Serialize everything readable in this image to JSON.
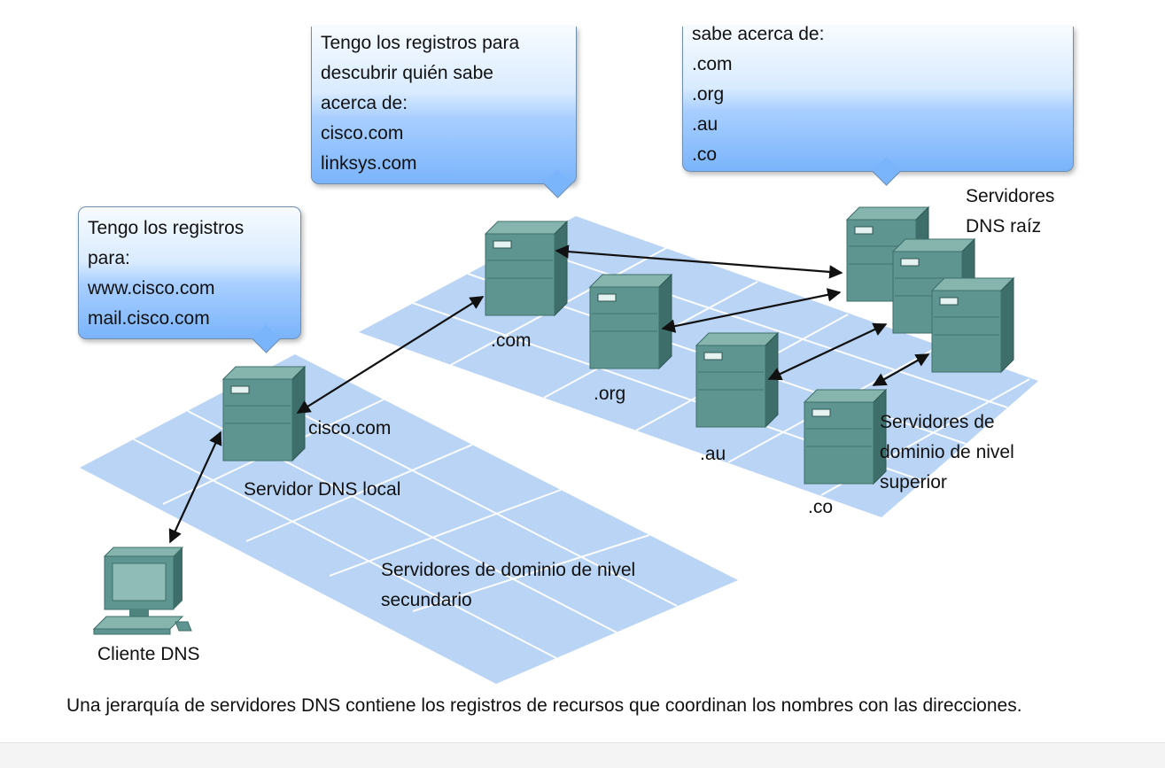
{
  "bubbles": {
    "local": {
      "lines": [
        "Tengo los registros",
        "para:",
        "www.cisco.com",
        "mail.cisco.com"
      ]
    },
    "tld": {
      "lines": [
        "Tengo los registros para",
        "descubrir quién sabe",
        "acerca de:",
        "cisco.com",
        "linksys.com"
      ]
    },
    "root": {
      "lines": [
        "sabe acerca de:",
        ".com",
        ".org",
        ".au",
        ".co"
      ]
    }
  },
  "labels": {
    "root_title": [
      "Servidores",
      "DNS raíz"
    ],
    "com": ".com",
    "org": ".org",
    "au": ".au",
    "co": ".co",
    "tld_title": [
      "Servidores de",
      "dominio de nivel",
      "superior"
    ],
    "cisco": "cisco.com",
    "local_server": "Servidor DNS local",
    "second_level": [
      "Servidores de dominio de nivel",
      "secundario"
    ],
    "client": "Cliente DNS"
  },
  "caption": "Una jerarquía de servidores DNS contiene los registros de recursos que coordinan los nombres con las direcciones.",
  "colors": {
    "plane_fill": "#b9d4f4",
    "plane_grid": "#ffffff",
    "server_front": "#5f9590",
    "server_side": "#3d6e6a",
    "server_top": "#86b5ae",
    "bubble_bottom": "#7ab4fb",
    "arrow": "#111111"
  }
}
